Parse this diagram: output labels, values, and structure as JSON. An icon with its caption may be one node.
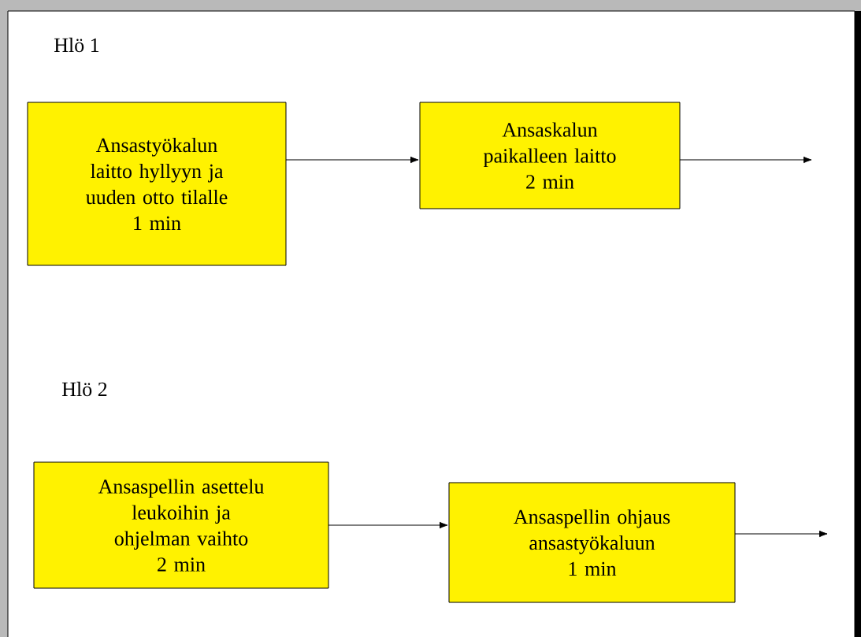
{
  "diagram": {
    "nodes": [
      {
        "text": [
          "Ansastyökalun laitto hyllyyn ja uuden otto tilalle",
          "1 min"
        ]
      },
      {
        "text": [
          "Ansaskalun paikalleen laitto",
          "2 min"
        ]
      },
      {
        "text": [
          "Ansaspellin asettelu leukoihin ja ohjelman vaihto",
          "2 min"
        ]
      },
      {
        "text": [
          "Ansaspellin ohjaus ansastyökaluun",
          "1 min"
        ]
      }
    ],
    "edges": [
      {
        "from": 0,
        "to": 1,
        "arrow": "to"
      },
      {
        "from": 1,
        "to": null,
        "arrow": "to"
      },
      {
        "from": 2,
        "to": 3,
        "arrow": "to"
      },
      {
        "from": 3,
        "to": null,
        "arrow": "to"
      }
    ],
    "labels": [
      "Hlö 1",
      "Hlö 2"
    ]
  }
}
